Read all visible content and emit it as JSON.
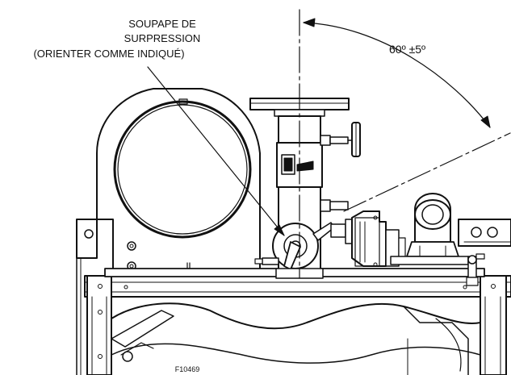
{
  "callout": {
    "line1": "SOUPAPE DE",
    "line2": "SURPRESSION",
    "line3": "(ORIENTER COMME INDIQUÉ)"
  },
  "angle": {
    "label": "60º ±5º",
    "nominal_degrees": 60,
    "tolerance_degrees": 5
  },
  "figure_id": "F10469",
  "colors": {
    "ink": "#111111",
    "paper": "#ffffff"
  }
}
